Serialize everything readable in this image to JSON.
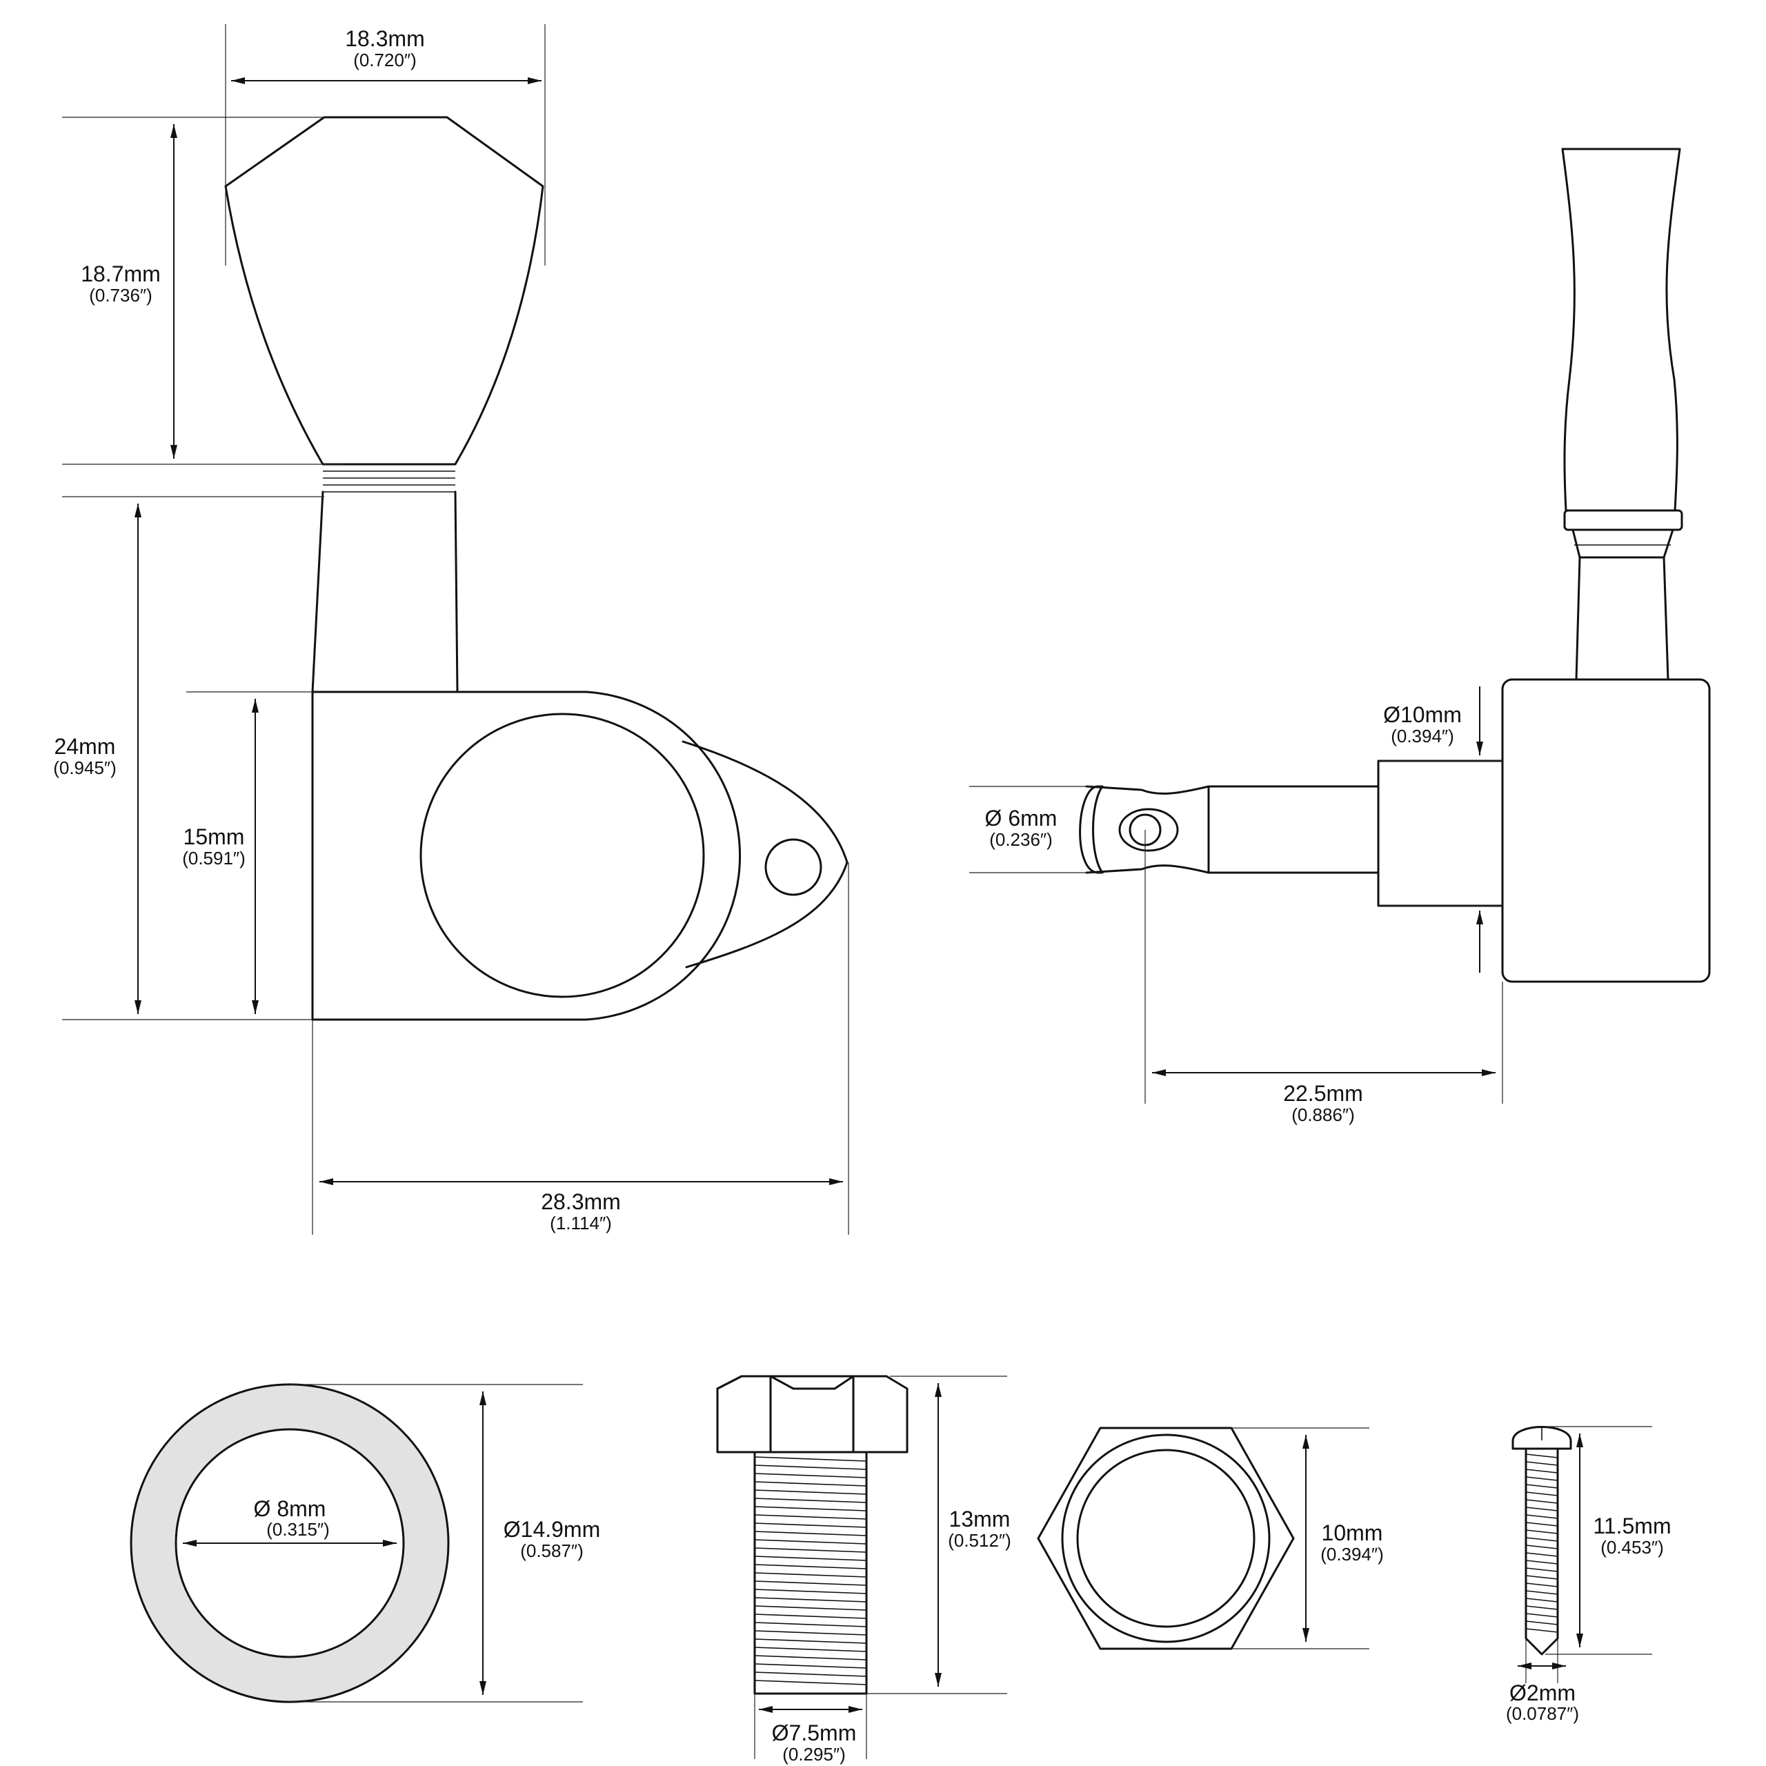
{
  "colors": {
    "stroke": "#111111",
    "ring_fill": "#e2e2e2",
    "background": "#ffffff"
  },
  "dimensions": {
    "button_width": {
      "mm": "18.3mm",
      "inch": "(0.720″)"
    },
    "button_height": {
      "mm": "18.7mm",
      "inch": "(0.736″)"
    },
    "shaft_to_base": {
      "mm": "24mm",
      "inch": "(0.945″)"
    },
    "housing_height": {
      "mm": "15mm",
      "inch": "(0.591″)"
    },
    "overall_length": {
      "mm": "28.3mm",
      "inch": "(1.114″)"
    },
    "bushing_dia": {
      "mm": "Ø10mm",
      "inch": "(0.394″)"
    },
    "post_dia": {
      "mm": "Ø 6mm",
      "inch": "(0.236″)"
    },
    "post_length": {
      "mm": "22.5mm",
      "inch": "(0.886″)"
    },
    "washer_inner": {
      "mm": "Ø 8mm",
      "inch": "(0.315″)"
    },
    "washer_outer": {
      "mm": "Ø14.9mm",
      "inch": "(0.587″)"
    },
    "bolt_length": {
      "mm": "13mm",
      "inch": "(0.512″)"
    },
    "bolt_dia": {
      "mm": "Ø7.5mm",
      "inch": "(0.295″)"
    },
    "nut_size": {
      "mm": "10mm",
      "inch": "(0.394″)"
    },
    "screw_length": {
      "mm": "11.5mm",
      "inch": "(0.453″)"
    },
    "screw_dia": {
      "mm": "Ø2mm",
      "inch": "(0.0787″)"
    }
  }
}
